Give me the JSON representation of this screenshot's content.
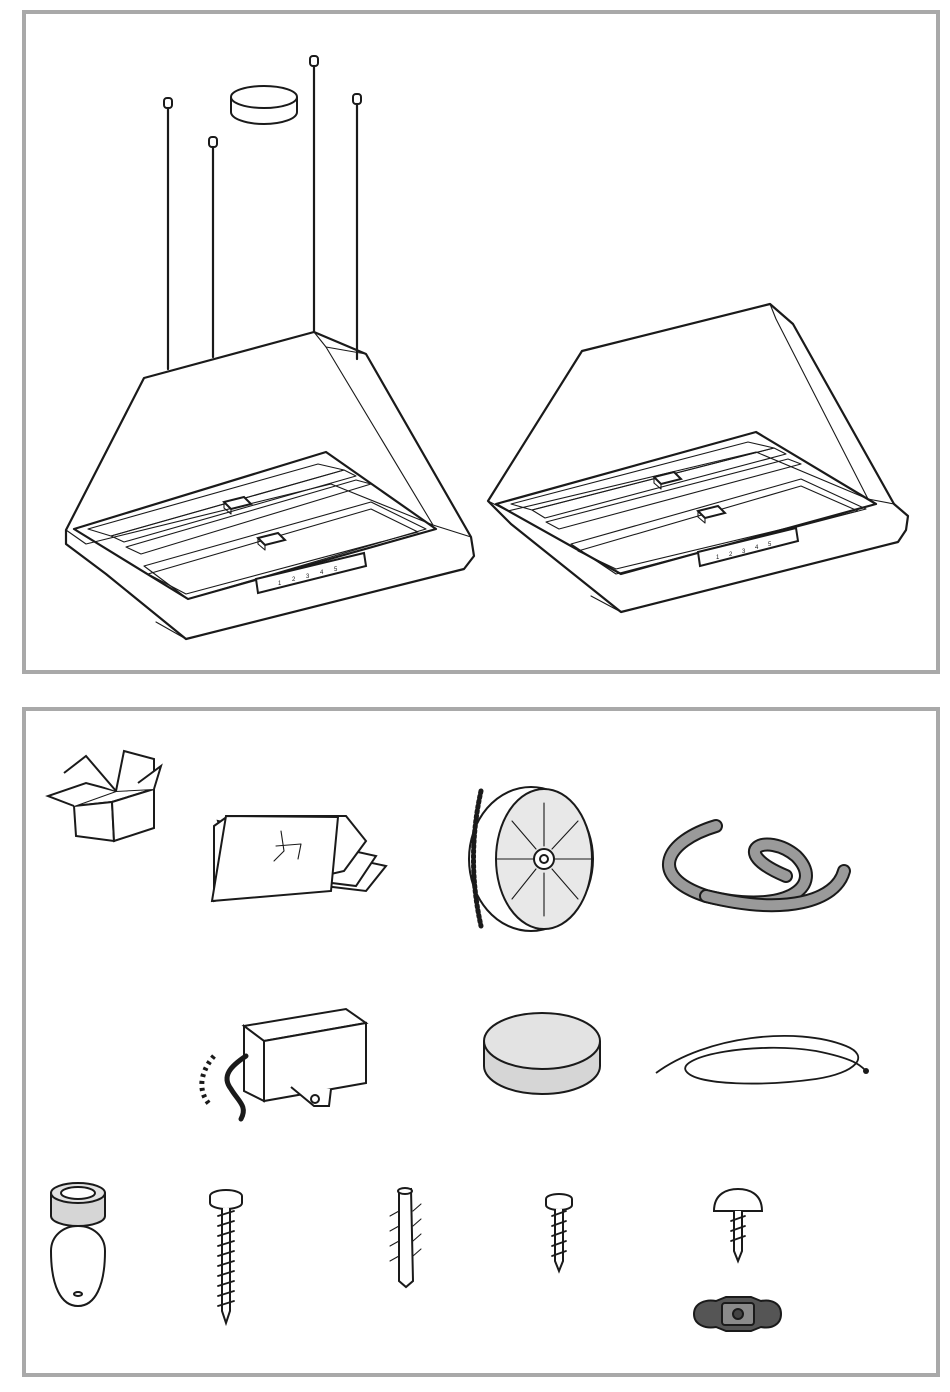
{
  "figure": {
    "panels": [
      {
        "id": "hoods-overview",
        "content": [
          "suspended-hood",
          "ceiling-mounted-hood"
        ]
      },
      {
        "id": "accessories",
        "content": [
          "box",
          "manual",
          "charcoal-filter",
          "flexible-duct",
          "electrical-box",
          "ceiling-cap",
          "steel-cable",
          "cable-bushing",
          "cap",
          "long-screw",
          "wall-plug",
          "short-screw",
          "button-head-screw",
          "cable-clamp"
        ]
      }
    ],
    "control_panel_left": {
      "labels": [
        "1",
        "2",
        "3",
        "4",
        "5"
      ]
    },
    "control_panel_right": {
      "labels": [
        "1",
        "2",
        "3",
        "4",
        "5"
      ]
    },
    "colors": {
      "frame": "#a9a9a9",
      "ink": "#1a1a1a",
      "fill_gray": "#d6d6d6"
    }
  }
}
